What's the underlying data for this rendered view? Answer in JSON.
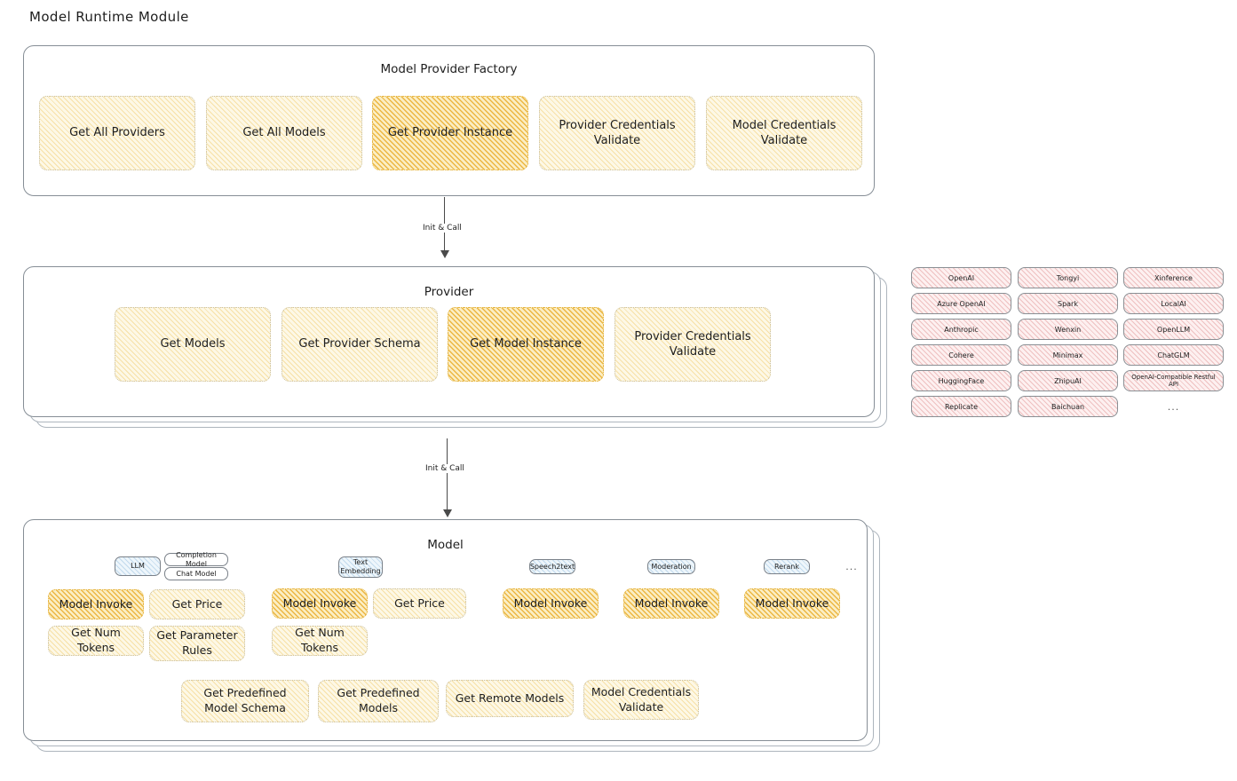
{
  "page": {
    "title": "Model Runtime Module"
  },
  "factory": {
    "title": "Model Provider Factory",
    "nodes": [
      {
        "label": "Get All Providers",
        "highlight": false
      },
      {
        "label": "Get All Models",
        "highlight": false
      },
      {
        "label": "Get Provider Instance",
        "highlight": true
      },
      {
        "label": "Provider Credentials Validate",
        "highlight": false
      },
      {
        "label": "Model Credentials Validate",
        "highlight": false
      }
    ]
  },
  "arrow1": {
    "label": "Init & Call"
  },
  "provider": {
    "title": "Provider",
    "nodes": [
      {
        "label": "Get Models",
        "highlight": false
      },
      {
        "label": "Get Provider Schema",
        "highlight": false
      },
      {
        "label": "Get Model Instance",
        "highlight": true
      },
      {
        "label": "Provider Credentials Validate",
        "highlight": false
      }
    ]
  },
  "provider_list": {
    "columns": [
      [
        "OpenAI",
        "Azure OpenAI",
        "Anthropic",
        "Cohere",
        "HuggingFace",
        "Replicate"
      ],
      [
        "Tongyi",
        "Spark",
        "Wenxin",
        "Minimax",
        "ZhipuAI",
        "Baichuan"
      ],
      [
        "Xinference",
        "LocalAI",
        "OpenLLM",
        "ChatGLM",
        "OpenAI-Compatible Restful API"
      ]
    ],
    "more": "..."
  },
  "arrow2": {
    "label": "Init & Call"
  },
  "model": {
    "title": "Model",
    "more": "...",
    "types": [
      {
        "badge": "LLM",
        "sub_badges": [
          "Completion Model",
          "Chat Model"
        ],
        "nodes": [
          {
            "label": "Model Invoke",
            "highlight": true
          },
          {
            "label": "Get Price",
            "highlight": false
          },
          {
            "label": "Get Num Tokens",
            "highlight": false
          },
          {
            "label": "Get Parameter Rules",
            "highlight": false
          }
        ]
      },
      {
        "badge": "Text Embedding",
        "sub_badges": [],
        "nodes": [
          {
            "label": "Model Invoke",
            "highlight": true
          },
          {
            "label": "Get Price",
            "highlight": false
          },
          {
            "label": "Get Num Tokens",
            "highlight": false
          }
        ]
      },
      {
        "badge": "Speech2text",
        "sub_badges": [],
        "nodes": [
          {
            "label": "Model Invoke",
            "highlight": true
          }
        ]
      },
      {
        "badge": "Moderation",
        "sub_badges": [],
        "nodes": [
          {
            "label": "Model Invoke",
            "highlight": true
          }
        ]
      },
      {
        "badge": "Rerank",
        "sub_badges": [],
        "nodes": [
          {
            "label": "Model Invoke",
            "highlight": true
          }
        ]
      }
    ],
    "common_nodes": [
      {
        "label": "Get Predefined Model Schema",
        "highlight": false
      },
      {
        "label": "Get Predefined Models",
        "highlight": false
      },
      {
        "label": "Get Remote Models",
        "highlight": false
      },
      {
        "label": "Model Credentials Validate",
        "highlight": false
      }
    ]
  },
  "colors": {
    "node_fill": "#fdf8e6",
    "node_highlight_fill": "#fbeec4",
    "node_stroke": "#c9bfa0",
    "provider_pill_fill": "#fdf0f0",
    "badge_fill": "#eef6fb",
    "panel_stroke": "#868e96",
    "text": "#1e1e1e"
  }
}
